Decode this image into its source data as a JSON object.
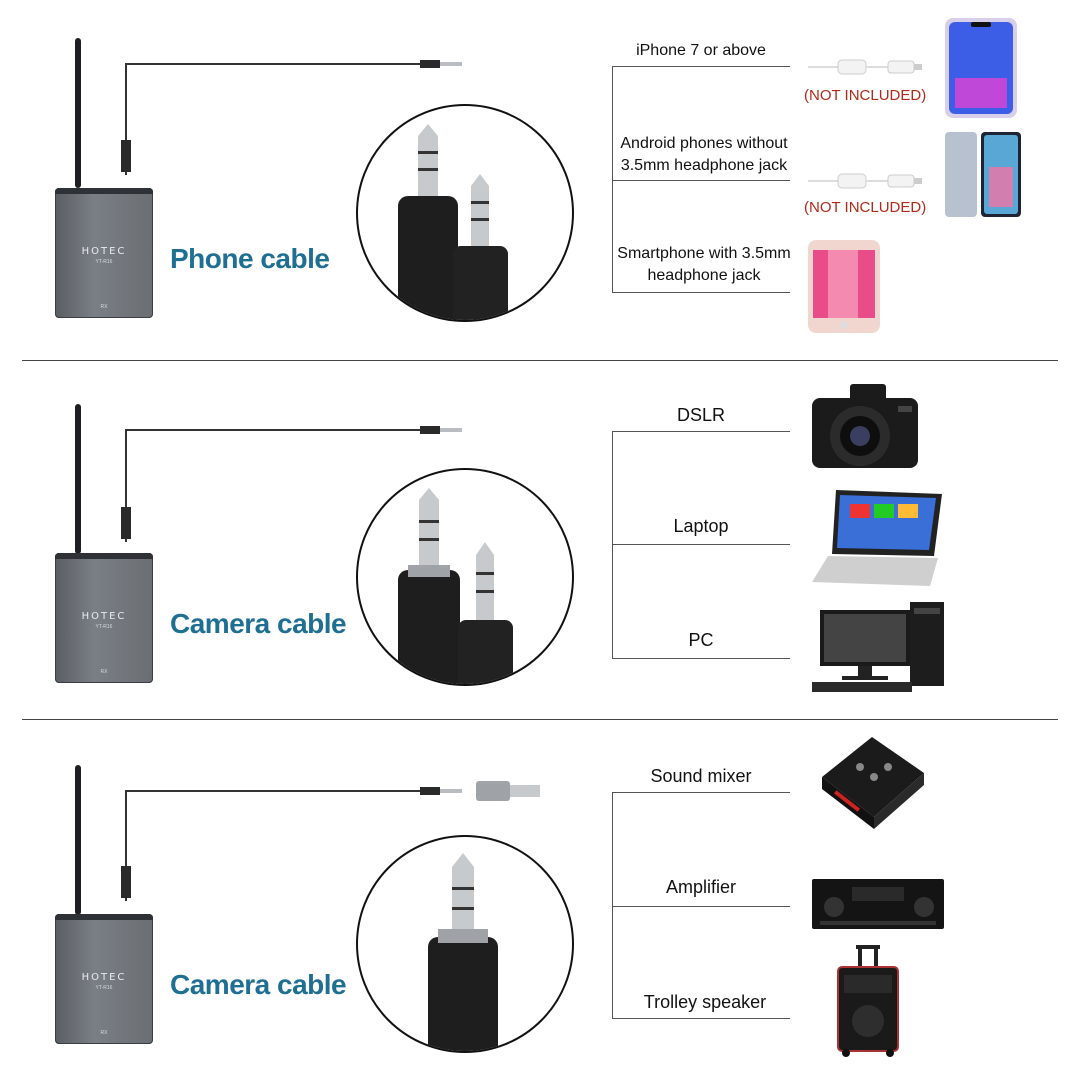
{
  "sections": [
    {
      "cable_label": "Phone cable",
      "receiver": {
        "brand": "HOTEC",
        "model": "YT-R16",
        "rx": "RX"
      },
      "devices": [
        {
          "label": "iPhone 7 or above",
          "note": "(NOT INCLUDED)",
          "icon": "iphone-icon"
        },
        {
          "label": "Android phones without 3.5mm headphone jack",
          "note": "(NOT INCLUDED)",
          "icon": "android-phone-icon"
        },
        {
          "label": "Smartphone with 3.5mm headphone jack",
          "icon": "smartphone-icon"
        }
      ]
    },
    {
      "cable_label": "Camera cable",
      "receiver": {
        "brand": "HOTEC",
        "model": "YT-R16",
        "rx": "RX"
      },
      "devices": [
        {
          "label": "DSLR",
          "icon": "dslr-camera-icon"
        },
        {
          "label": "Laptop",
          "icon": "laptop-icon"
        },
        {
          "label": "PC",
          "icon": "desktop-pc-icon"
        }
      ]
    },
    {
      "cable_label": "Camera cable",
      "receiver": {
        "brand": "HOTEC",
        "model": "YT-R16",
        "rx": "RX"
      },
      "devices": [
        {
          "label": "Sound mixer",
          "icon": "sound-mixer-icon"
        },
        {
          "label": "Amplifier",
          "icon": "amplifier-icon"
        },
        {
          "label": "Trolley speaker",
          "icon": "trolley-speaker-icon"
        }
      ]
    }
  ],
  "colors": {
    "accent": "#1f6f93",
    "note": "#b02a1a",
    "device_body": "#6a6e73"
  }
}
